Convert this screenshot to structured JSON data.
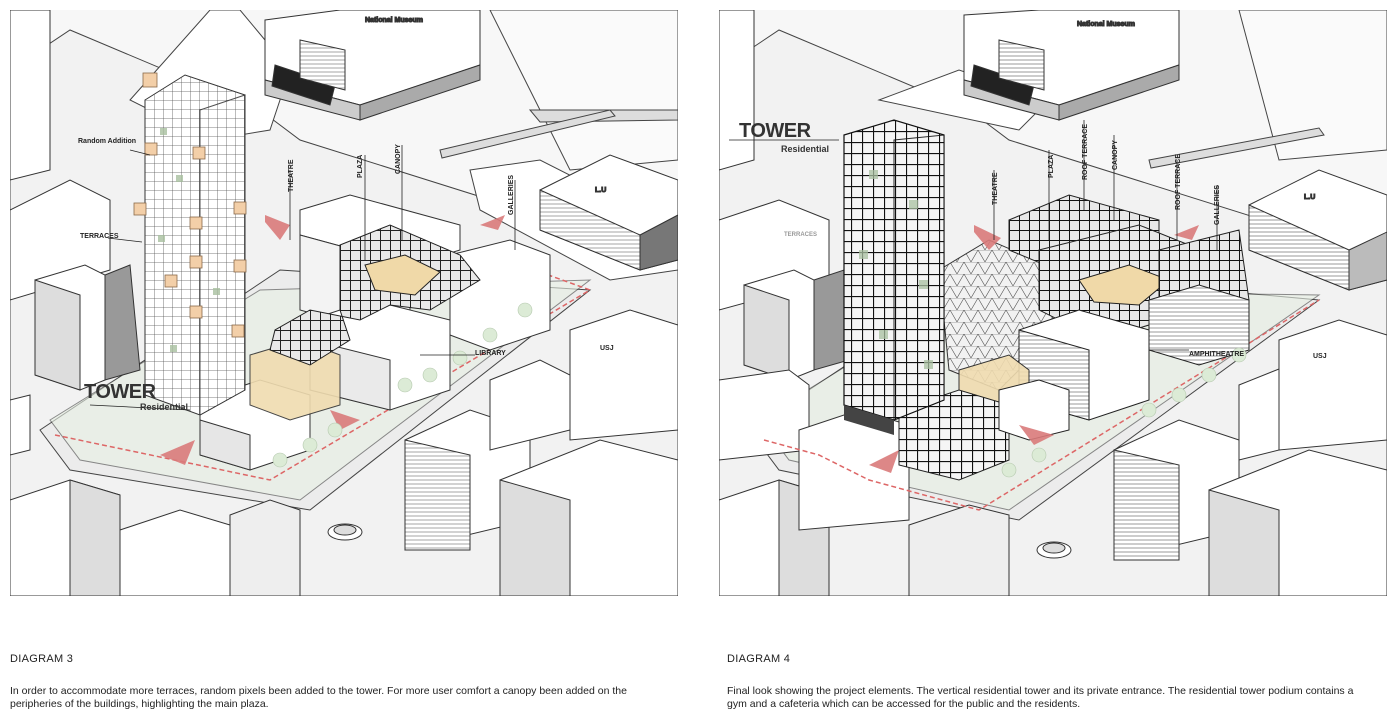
{
  "diagram3": {
    "labels": {
      "national_museum": "National Museum",
      "random_addition": "Random Addition",
      "terraces": "TERRACES",
      "theatre": "THEATRE",
      "plaza": "PLAZA",
      "canopy": "CANOPY",
      "galleries": "GALLERIES",
      "lu": "L.U",
      "library": "LIBRARY",
      "usj": "USJ",
      "tower": "TOWER",
      "residential": "Residential"
    },
    "caption_title": "DIAGRAM 3",
    "caption_text": "In order to accommodate more terraces, random pixels been added to the tower. For more user comfort a canopy been added on the peripheries of the buildings, highlighting the main plaza."
  },
  "diagram4": {
    "labels": {
      "national_museum": "National Museum",
      "tower": "TOWER",
      "residential": "Residential",
      "terraces": "TERRACES",
      "theatre": "THEATRE",
      "plaza": "PLAZA",
      "roof_terrace_1": "ROOF TERRACE",
      "canopy": "CANOPY",
      "roof_terrace_2": "ROOF TERRACE",
      "galleries": "GALLERIES",
      "lu": "L.U",
      "amphitheatre": "AMPHITHEATRE",
      "usj": "USJ"
    },
    "caption_title": "DIAGRAM 4",
    "caption_text": "Final look showing the project elements. The vertical residential tower and its private entrance. The residential tower podium contains a gym and a cafeteria which can be accessed for the public and the residents."
  }
}
